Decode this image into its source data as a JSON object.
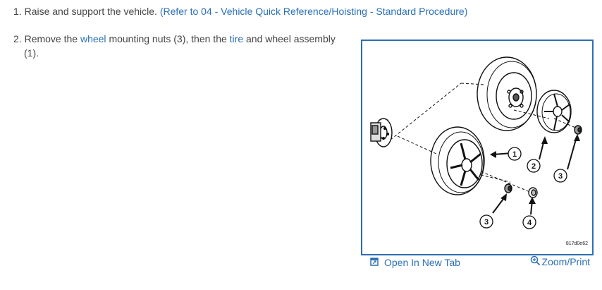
{
  "steps": [
    {
      "number": "1.",
      "text": "Raise and support the vehicle.",
      "link": "(Refer to 04 - Vehicle Quick Reference/Hoisting - Standard Procedure)"
    },
    {
      "number": "2.",
      "text_a": "Remove the",
      "link_wheel": "wheel",
      "text_b": "mounting nuts (3), then the",
      "link_tire": "tire",
      "text_c": "and wheel assembly (1)."
    }
  ],
  "figure": {
    "code": "817d0e62",
    "callouts": [
      "1",
      "2",
      "3",
      "3",
      "4"
    ]
  },
  "toolbar": {
    "open_label": "Open In New Tab",
    "zoom_label": "Zoom/Print"
  },
  "colors": {
    "link": "#2a6fb6",
    "panel_border": "#2f6fb2",
    "text": "#444444"
  },
  "icons": {
    "open": "open-in-new-tab-icon",
    "zoom": "zoom-icon"
  }
}
